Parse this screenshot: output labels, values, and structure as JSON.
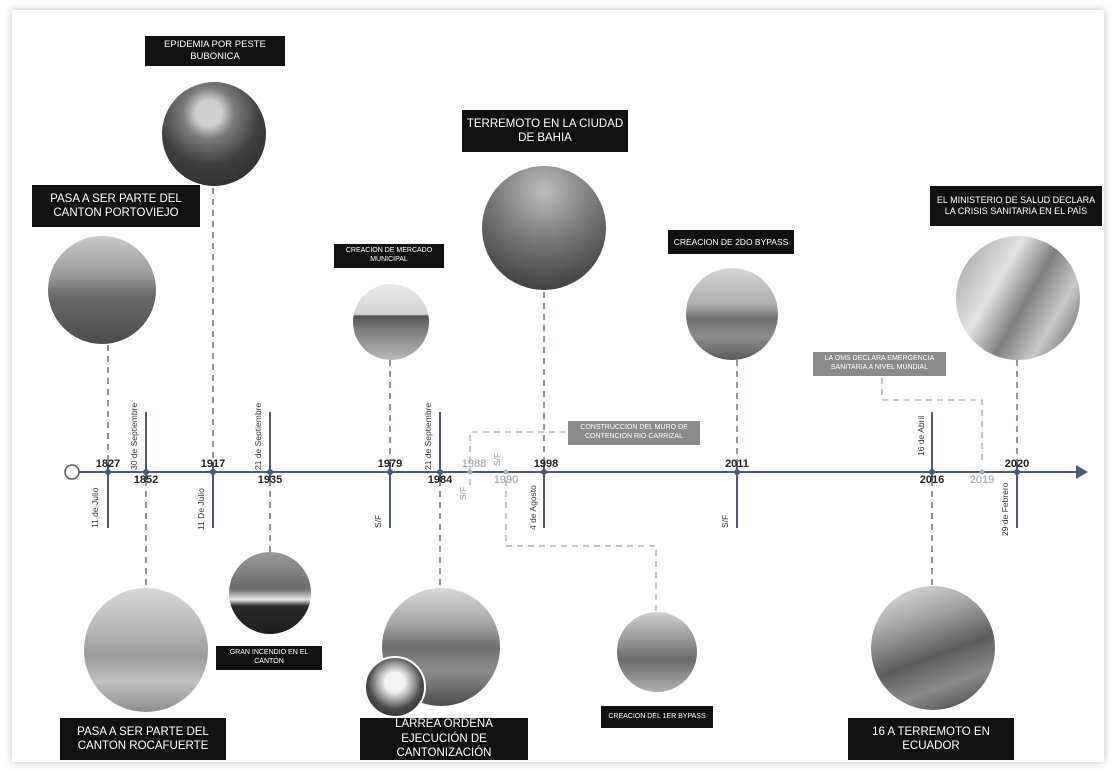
{
  "timeline": {
    "years": {
      "y1827": "1827",
      "y1852": "1852",
      "y1917": "1917",
      "y1935": "1935",
      "y1979": "1979",
      "y1984": "1984",
      "y1988": "1988",
      "y1990": "1990",
      "y1998": "1998",
      "y2011": "2011",
      "y2016": "2016",
      "y2019": "2019",
      "y2020": "2020"
    },
    "dates": {
      "d1827": "11 de Julio",
      "d1852": "30 de Septiembre",
      "d1917": "11 De Julio",
      "d1935": "21 de Septiembre",
      "d1979": "S/F",
      "d1984": "21 de Septiembre",
      "d1988": "S/F",
      "d1990": "S/F",
      "d1998": "4 de Agosto",
      "d2011": "S/F",
      "d2016": "16 de Abril",
      "d2020": "29 de Febrero"
    }
  },
  "events": {
    "peste": "EPIDEMIA POR PESTE BUBONICA",
    "portoviejo": "PASA A SER PARTE DEL CANTON PORTOVIEJO",
    "mercado": "CREACION DE MERCADO MUNICIPAL",
    "bahia": "TERREMOTO EN LA CIUDAD DE BAHIA",
    "bypass2": "CREACION DE 2DO BYPASS",
    "ministerio": "EL MINISTERIO DE SALUD DECLARA LA CRISIS SANITARIA EN EL PAÍS",
    "oms": "LA OMS DECLARA EMERGENCIA SANITARIA A NIVEL MUNDIAL",
    "muro": "CONSTRUCCION DEL MURO DE CONTENCION RIO CARRIZAL",
    "rocafuerte": "PASA A SER PARTE DEL CANTON ROCAFUERTE",
    "incendio": "GRAN INCENDIO EN EL CANTÓN",
    "larrea": "LARREA ORDENA EJECUCIÓN DE CANTONIZACIÓN",
    "bypass1": "CREACION DEL 1ER BYPASS",
    "terremoto16a": "16 A TERREMOTO EN ECUADOR"
  },
  "colors": {
    "axis": "#4a5b7a",
    "label_bg": "#111111",
    "label_gray": "#8a8a8a",
    "dashed": "#999999"
  }
}
